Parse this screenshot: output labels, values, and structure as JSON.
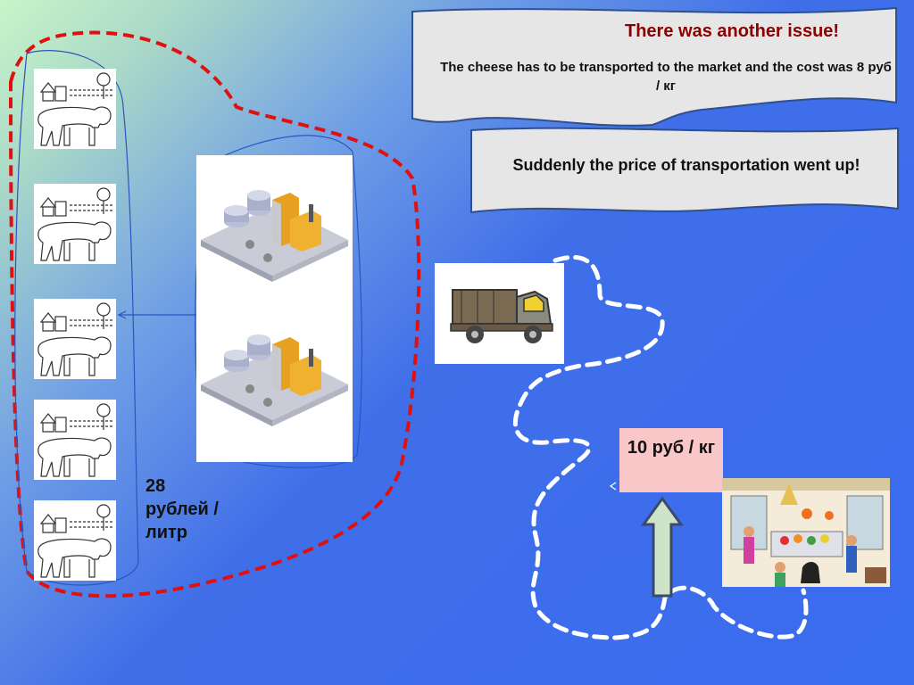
{
  "bubbles": {
    "issue_title": "There was another issue!",
    "issue_body": "The cheese has to be transported to the market and the cost was 8 руб / кг",
    "price_rise": "Suddenly the price of transportation went up!"
  },
  "labels": {
    "milk_price": "28 рублей / литр",
    "market_price": "10 руб / кг"
  },
  "colors": {
    "issue_title": "#8b0000",
    "farm_outline": "#e01010",
    "road": "#ffffff",
    "arrow_fill": "#cfe3c8"
  },
  "icons": [
    "cow-farm-icon",
    "cheese-factory-icon",
    "truck-icon",
    "market-icon",
    "up-arrow-icon"
  ]
}
